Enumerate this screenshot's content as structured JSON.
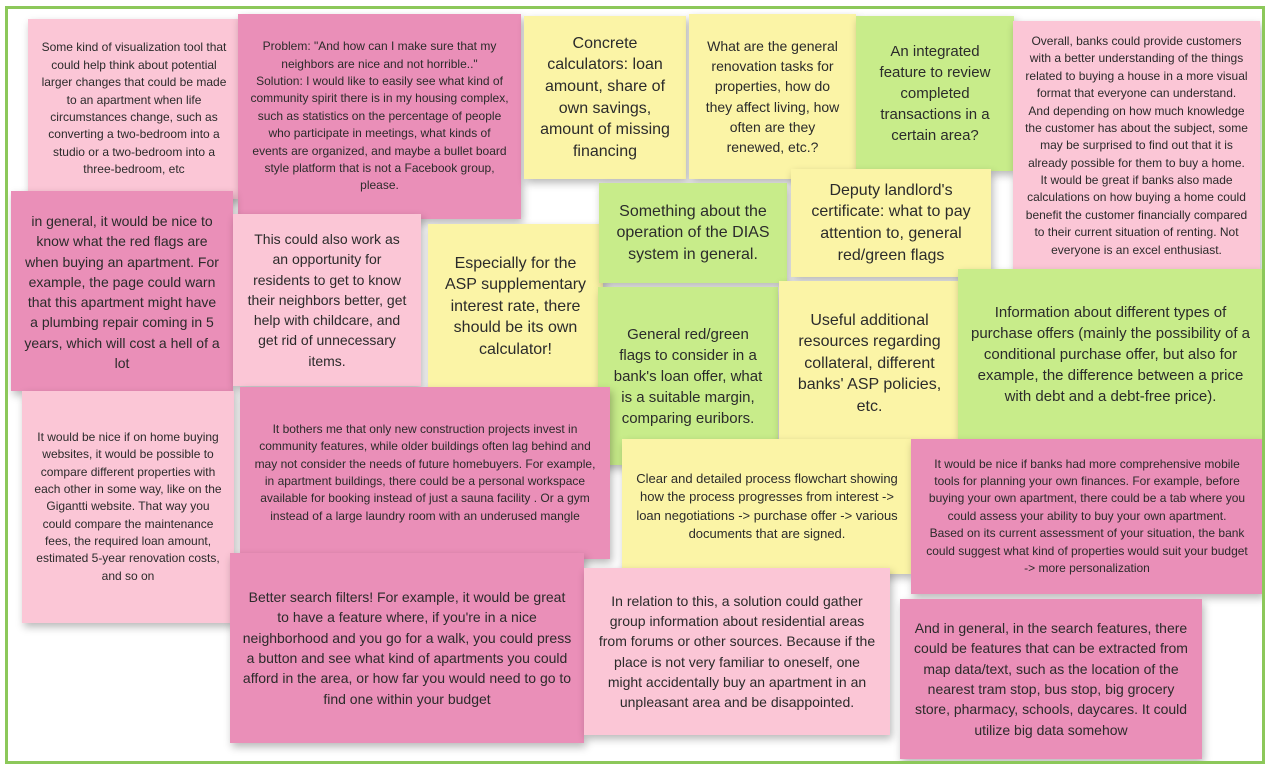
{
  "board": {
    "colors": {
      "border": "#8cc85a",
      "light_pink": "#fbc6d6",
      "pink": "#ea8fb8",
      "yellow": "#fbf4a6",
      "green": "#c8ec8a"
    },
    "notes": [
      {
        "id": "n1",
        "color": "light_pink",
        "text": "Some kind of visualization tool that could help think about potential larger changes that could be made to an apartment when life circumstances change, such as converting a two-bedroom into a studio or a two-bedroom into a three-bedroom, etc"
      },
      {
        "id": "n2",
        "color": "pink",
        "text": "Problem: \"And how can I make sure that my neighbors are nice and not horrible..\"\nSolution: I would like to easily see what kind of community spirit there is in my housing complex, such as statistics on the percentage of people who participate in meetings, what kinds of events are organized, and maybe a bullet board style platform that is not a Facebook group, please."
      },
      {
        "id": "n3",
        "color": "yellow",
        "text": "Concrete calculators: loan amount, share of own savings, amount of missing financing"
      },
      {
        "id": "n4",
        "color": "yellow",
        "text": "What are the general renovation tasks for properties, how do they affect living, how often are they renewed, etc.?"
      },
      {
        "id": "n5",
        "color": "green",
        "text": "An integrated feature to review completed transactions in a certain area?"
      },
      {
        "id": "n6",
        "color": "light_pink",
        "text": "Overall, banks could provide customers with a better understanding of the things related to buying a house in a more visual format that everyone can understand. And depending on how much knowledge the customer has about the subject, some may be surprised to find out that it is already possible for them to buy a home. It would be great if banks also made calculations on how buying a home could benefit the customer financially compared to their current situation of renting. Not everyone is an excel enthusiast."
      },
      {
        "id": "n7",
        "color": "pink",
        "text": "in general, it would be nice to know what the red flags are when buying an apartment. For example, the page could warn that this apartment might have a plumbing repair coming in 5 years, which will cost a hell of a lot"
      },
      {
        "id": "n8",
        "color": "light_pink",
        "text": "This could also work as an opportunity for residents to get to know their neighbors better, get help with childcare, and get rid of unnecessary items."
      },
      {
        "id": "n9",
        "color": "yellow",
        "text": "Especially for the ASP supplementary interest rate, there should be its own calculator!"
      },
      {
        "id": "n10",
        "color": "green",
        "text": "Something about the operation of the DIAS system in general."
      },
      {
        "id": "n11",
        "color": "yellow",
        "text": "Deputy landlord's certificate: what to pay attention to, general red/green flags"
      },
      {
        "id": "n12",
        "color": "green",
        "text": "General red/green flags to consider in a bank's loan offer, what is a suitable margin, comparing euribors."
      },
      {
        "id": "n13",
        "color": "yellow",
        "text": "Useful additional resources regarding collateral, different banks' ASP policies, etc."
      },
      {
        "id": "n14",
        "color": "green",
        "text": "Information about different types of purchase offers (mainly the possibility of a conditional purchase offer, but also for example, the difference between a price with debt and a debt-free price)."
      },
      {
        "id": "n15",
        "color": "light_pink",
        "text": "It would be nice if on home buying websites, it would be possible to compare different properties with each other in some way, like on the Gigantti website. That way you could compare the maintenance fees, the required loan amount, estimated 5-year renovation costs, and so on"
      },
      {
        "id": "n16",
        "color": "pink",
        "text": "It bothers me that only new construction projects invest in community features, while older buildings often lag behind and may not consider the needs of future homebuyers. For example, in apartment buildings, there could be a personal workspace available for booking instead of just a sauna facility . Or a gym instead of a large laundry room with an underused mangle"
      },
      {
        "id": "n17",
        "color": "yellow",
        "text": "Clear and detailed process flowchart showing how the process progresses from interest -> loan negotiations -> purchase offer -> various documents that are signed."
      },
      {
        "id": "n18",
        "color": "pink",
        "text": "It would be nice if banks had more comprehensive mobile tools for planning your own finances. For example, before buying your own apartment, there could be a tab where you could assess your ability to buy your own apartment.\nBased on its current assessment of your situation, the bank could suggest what kind of properties would suit your budget -> more personalization"
      },
      {
        "id": "n19",
        "color": "pink",
        "text": "Better search filters! For example, it would be great to have a feature where, if you're in a nice neighborhood and you go for a walk, you could press a button and see what kind of apartments you could afford in the area, or how far you would need to go to find one within your budget"
      },
      {
        "id": "n20",
        "color": "light_pink",
        "text": "In relation to this, a solution could gather group information about residential areas from forums or other sources. Because if the place is not very familiar to oneself, one might accidentally buy an apartment in an unpleasant area and be disappointed."
      },
      {
        "id": "n21",
        "color": "pink",
        "text": "And in general, in the search features, there could be features that can be extracted from map data/text, such as the location of the nearest tram stop, bus stop, big grocery store, pharmacy, schools, daycares. It could utilize big data somehow"
      }
    ]
  }
}
